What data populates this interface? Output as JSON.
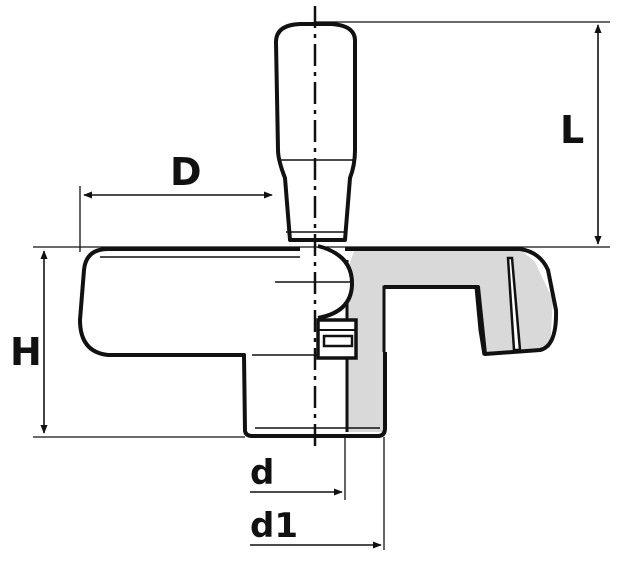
{
  "labels": {
    "L": "L",
    "D": "D",
    "H": "H",
    "d": "d",
    "d1": "d1"
  },
  "colors": {
    "ink": "#111111",
    "section_fill": "#d9d9d9",
    "background": "#ffffff"
  }
}
